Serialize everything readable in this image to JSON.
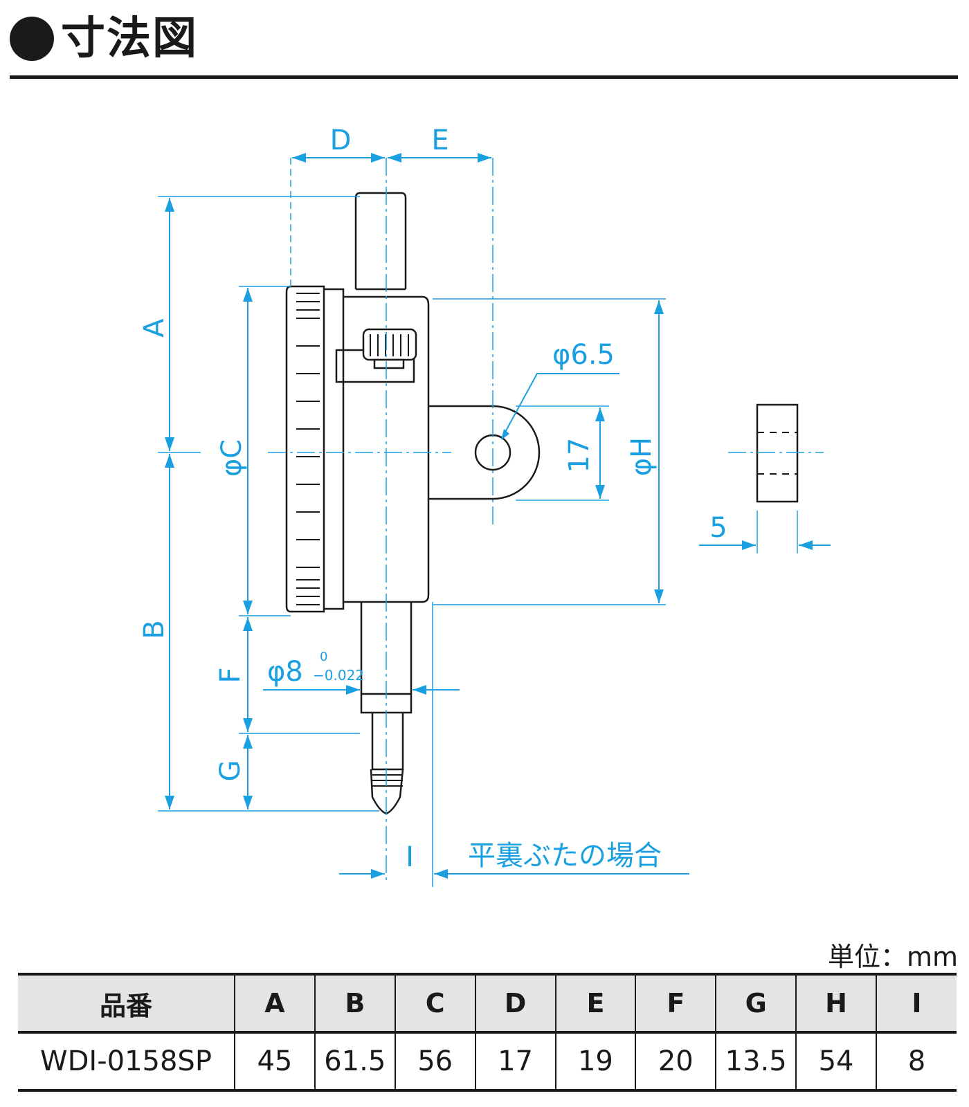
{
  "header": {
    "title": "寸法図"
  },
  "diagram": {
    "dimension_labels": {
      "A": "A",
      "B": "B",
      "C": "φC",
      "D": "D",
      "E": "E",
      "F": "F",
      "G": "G",
      "H": "φH",
      "I": "I"
    },
    "hole_diameter": "φ6.5",
    "lug_height": "17",
    "stem_diameter": "φ8",
    "stem_tol_upper": "0",
    "stem_tol_lower": "−0.022",
    "lug_thickness": "5",
    "flat_back_note": "平裏ぶたの場合",
    "line_color": "#1a1a1a",
    "dimension_color": "#1aa0e0"
  },
  "spec_table": {
    "unit": "単位：mm",
    "headers": [
      "品番",
      "A",
      "B",
      "C",
      "D",
      "E",
      "F",
      "G",
      "H",
      "I"
    ],
    "rows": [
      [
        "WDI-0158SP",
        "45",
        "61.5",
        "56",
        "17",
        "19",
        "20",
        "13.5",
        "54",
        "8"
      ]
    ]
  }
}
